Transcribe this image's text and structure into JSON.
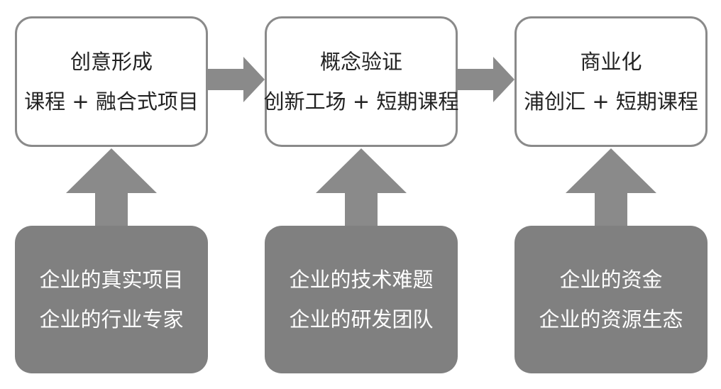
{
  "stages": [
    {
      "title": "创意形成",
      "subtitle": "课程 + 融合式项目"
    },
    {
      "title": "概念验证",
      "subtitle": "创新工场 + 短期课程"
    },
    {
      "title": "商业化",
      "subtitle": "浦创汇 + 短期课程"
    }
  ],
  "resources": [
    {
      "lines": [
        "企业的真实项目",
        "企业的行业专家"
      ]
    },
    {
      "lines": [
        "企业的技术难题",
        "企业的研发团队"
      ]
    },
    {
      "lines": [
        "企业的资金",
        "企业的资源生态"
      ]
    }
  ],
  "colors": {
    "arrow": "#8a8a8a",
    "stage_border": "#8a8a8a",
    "resource_fill": "#808080"
  }
}
